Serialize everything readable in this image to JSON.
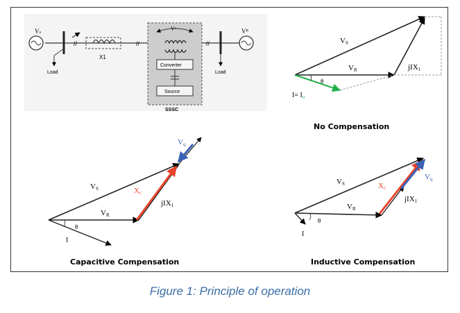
{
  "circuit": {
    "vs": "Vₛ",
    "vr": "Vᴿ",
    "x1": "X1",
    "load_left": "Load",
    "load_right": "Load",
    "vc": "Vᶜ",
    "converter": "Converter",
    "source": "Source",
    "sssc": "SSSC"
  },
  "panels": {
    "no_comp": {
      "title": "No Compensation",
      "vs": "V",
      "vs_sub": "S",
      "vr": "V",
      "vr_sub": "R",
      "jix": "jIX",
      "jix_sub": "1",
      "theta": "θ",
      "current": "I= I",
      "current_sub": "o"
    },
    "capacitive": {
      "title": "Capacitive Compensation",
      "vs": "V",
      "vs_sub": "S",
      "vr": "V",
      "vr_sub": "R",
      "jix": "jIX",
      "jix_sub": "1",
      "xc": "X",
      "xc_sub": "c",
      "vq": "V",
      "vq_sub": "q",
      "theta": "θ",
      "current": "I"
    },
    "inductive": {
      "title": "Inductive Compensation",
      "vs": "V",
      "vs_sub": "S",
      "vr": "V",
      "vr_sub": "R",
      "jix": "jIX",
      "jix_sub": "1",
      "xc": "X",
      "xc_sub": "c",
      "vq": "V",
      "vq_sub": "q",
      "theta": "θ",
      "current": "I"
    }
  },
  "caption": "Figure 1: Principle of operation",
  "colors": {
    "red_vector": "#e8442a",
    "blue_vector": "#3a62b5",
    "green_vector": "#22b04a",
    "caption": "#3a6ea5"
  }
}
